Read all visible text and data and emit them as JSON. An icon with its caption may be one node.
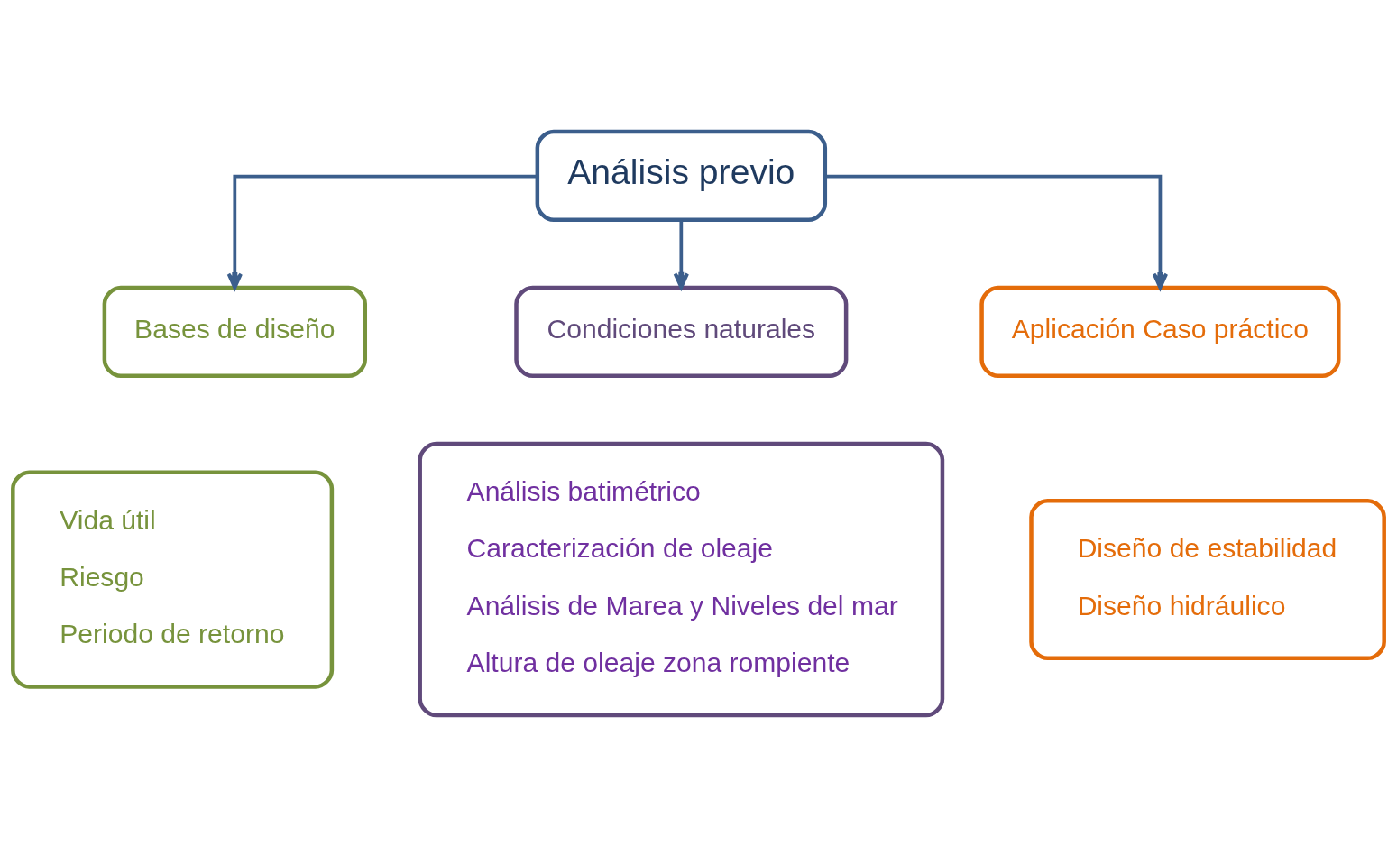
{
  "diagram": {
    "nodes": [
      {
        "text": [
          "Análisis previo"
        ]
      },
      {
        "text": [
          "Bases de diseño"
        ]
      },
      {
        "text": [
          "Condiciones naturales"
        ]
      },
      {
        "text": [
          "Aplicación Caso práctico"
        ]
      },
      {
        "text": [
          "Vida útil",
          "Riesgo",
          "Periodo de retorno"
        ]
      },
      {
        "text": [
          "Análisis batimétrico",
          "Caracterización de oleaje",
          "Análisis de Marea y Niveles del mar",
          "Altura de oleaje zona rompiente"
        ]
      },
      {
        "text": [
          "Diseño de estabilidad",
          "Diseño hidráulico"
        ]
      }
    ],
    "edges": [
      {
        "from": 0,
        "to": 1,
        "arrow": "to"
      },
      {
        "from": 0,
        "to": 2,
        "arrow": "to"
      },
      {
        "from": 0,
        "to": 3,
        "arrow": "to"
      }
    ]
  }
}
